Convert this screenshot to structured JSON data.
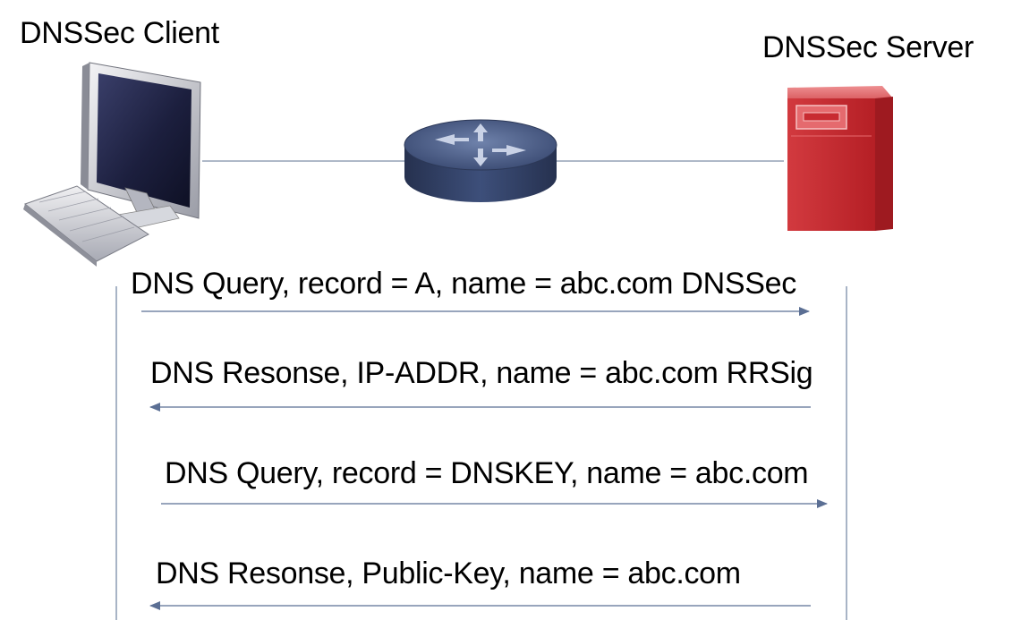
{
  "nodes": {
    "client": {
      "label": "DNSSec Client",
      "icon": "desktop-computer-icon"
    },
    "router": {
      "icon": "router-icon"
    },
    "server": {
      "label": "DNSSec Server",
      "icon": "server-icon",
      "color": "#c4262b"
    }
  },
  "messages": [
    {
      "text": "DNS Query, record = A, name = abc.com DNSSec",
      "direction": "client-to-server"
    },
    {
      "text": "DNS Resonse, IP-ADDR, name = abc.com RRSig",
      "direction": "server-to-client"
    },
    {
      "text": "DNS Query, record = DNSKEY, name = abc.com",
      "direction": "client-to-server"
    },
    {
      "text": "DNS Resonse, Public-Key, name = abc.com",
      "direction": "server-to-client"
    }
  ],
  "colors": {
    "link_line": "#7f8fa8",
    "arrow": "#5b6f94",
    "lifeline": "#8c9cb4",
    "router_body": "#3d4f7a",
    "screen": "#1c1f3e"
  }
}
